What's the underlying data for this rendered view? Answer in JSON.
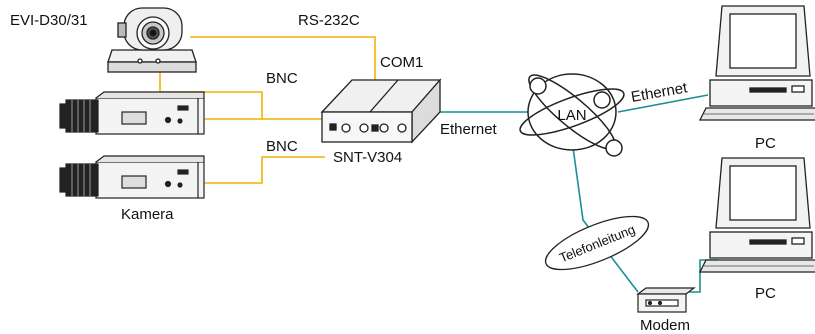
{
  "labels": {
    "evi": "EVI-D30/31",
    "rs232": "RS-232C",
    "com1": "COM1",
    "bnc_top": "BNC",
    "bnc_bottom": "BNC",
    "snt": "SNT-V304",
    "kamera": "Kamera",
    "ethernet_left": "Ethernet",
    "lan": "LAN",
    "ethernet_right": "Ethernet",
    "telefon": "Telefonleitung",
    "modem": "Modem",
    "pc_top": "PC",
    "pc_bottom": "PC"
  },
  "colors": {
    "orange_line": "#f0b400",
    "teal_line": "#1a8f99",
    "device_stroke": "#222222"
  }
}
